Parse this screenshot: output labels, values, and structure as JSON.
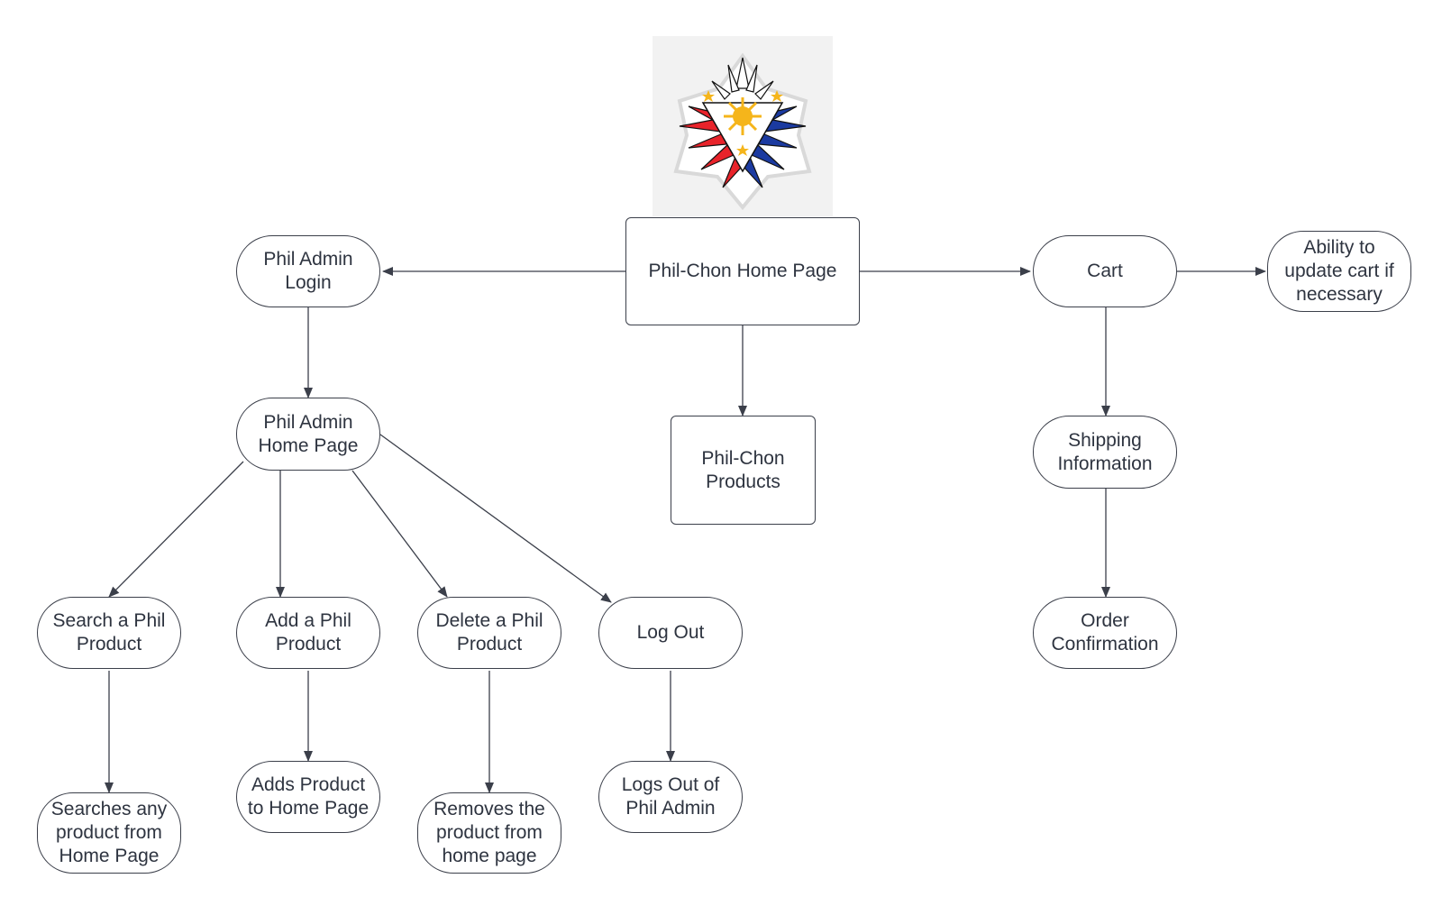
{
  "diagram": {
    "nodes": {
      "home": "Phil-Chon Home Page",
      "admin_login": "Phil Admin Login",
      "admin_home": "Phil Admin Home Page",
      "products": "Phil-Chon Products",
      "cart": "Cart",
      "update_cart": "Ability to update cart if necessary",
      "shipping": "Shipping Information",
      "order": "Order Confirmation",
      "search": "Search a Phil Product",
      "add": "Add a Phil Product",
      "delete": "Delete a Phil Product",
      "logout": "Log Out",
      "search_desc": "Searches any product from Home Page",
      "add_desc": "Adds Product to Home Page",
      "delete_desc": "Removes the product from home page",
      "logout_desc": "Logs Out of Phil Admin"
    }
  },
  "colors": {
    "stroke": "#3b3f4a",
    "text": "#2e3440",
    "sun": "#f5b51b",
    "red": "#e8232a",
    "blue": "#1b3aa0"
  },
  "logo": {
    "icon": "philippine-sun-star-logo"
  }
}
